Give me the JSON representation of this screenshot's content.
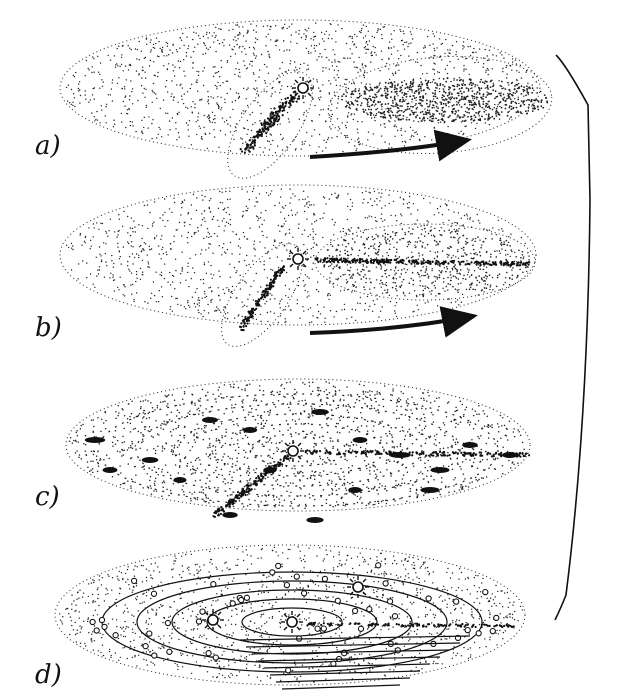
{
  "panels": [
    {
      "label": "a)"
    },
    {
      "label": "b)"
    },
    {
      "label": "c)"
    },
    {
      "label": "d)"
    }
  ],
  "colors": {
    "ink": "#111111",
    "paper": "#ffffff"
  },
  "icons": [
    "star-icon",
    "rotation-arrow-icon",
    "bracket-line"
  ]
}
